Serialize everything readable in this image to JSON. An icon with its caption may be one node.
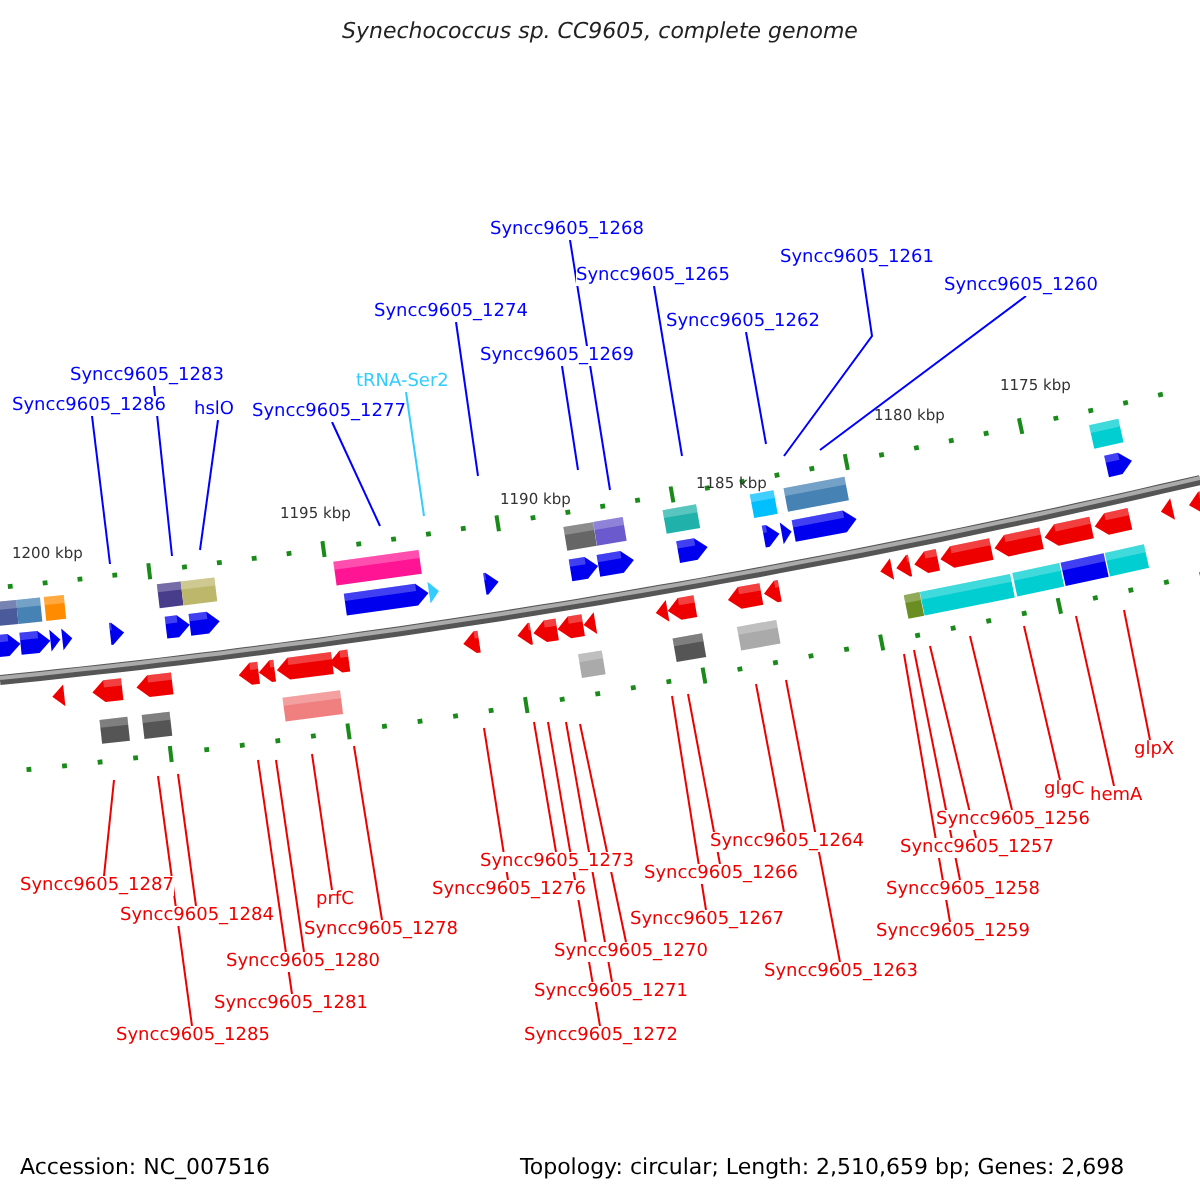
{
  "diagram": {
    "title": "Synechococcus sp. CC9605, complete genome",
    "nodes": [
      {
        "text": [
          "Syncc9605_1268"
        ]
      },
      {
        "text": [
          "Syncc9605_1261"
        ]
      },
      {
        "text": [
          "Syncc9605_1265"
        ]
      },
      {
        "text": [
          "Syncc9605_1260"
        ]
      },
      {
        "text": [
          "Syncc9605_1274"
        ]
      },
      {
        "text": [
          "Syncc9605_1262"
        ]
      },
      {
        "text": [
          "Syncc9605_1269"
        ]
      },
      {
        "text": [
          "Syncc9605_1283"
        ]
      },
      {
        "text": [
          "tRNA-Ser2"
        ]
      },
      {
        "text": [
          "Syncc9605_1286"
        ]
      },
      {
        "text": [
          "hslO"
        ]
      },
      {
        "text": [
          "Syncc9605_1277"
        ]
      },
      {
        "text": [
          "glpX"
        ]
      },
      {
        "text": [
          "glgC"
        ]
      },
      {
        "text": [
          "hemA"
        ]
      },
      {
        "text": [
          "Syncc9605_1256"
        ]
      },
      {
        "text": [
          "Syncc9605_1264"
        ]
      },
      {
        "text": [
          "Syncc9605_1257"
        ]
      },
      {
        "text": [
          "Syncc9605_1273"
        ]
      },
      {
        "text": [
          "Syncc9605_1266"
        ]
      },
      {
        "text": [
          "Syncc9605_1287"
        ]
      },
      {
        "text": [
          "Syncc9605_1276"
        ]
      },
      {
        "text": [
          "Syncc9605_1258"
        ]
      },
      {
        "text": [
          "prfC"
        ]
      },
      {
        "text": [
          "Syncc9605_1284"
        ]
      },
      {
        "text": [
          "Syncc9605_1267"
        ]
      },
      {
        "text": [
          "Syncc9605_1278"
        ]
      },
      {
        "text": [
          "Syncc9605_1259"
        ]
      },
      {
        "text": [
          "Syncc9605_1270"
        ]
      },
      {
        "text": [
          "Syncc9605_1280"
        ]
      },
      {
        "text": [
          "Syncc9605_1263"
        ]
      },
      {
        "text": [
          "Syncc9605_1271"
        ]
      },
      {
        "text": [
          "Syncc9605_1281"
        ]
      },
      {
        "text": [
          "Syncc9605_1272"
        ]
      },
      {
        "text": [
          "Syncc9605_1285"
        ]
      }
    ],
    "edges": [
      {
        "from": 0,
        "to": null,
        "arrow": "none",
        "color": "#0000ff"
      },
      {
        "from": 1,
        "to": null,
        "arrow": "none",
        "color": "#0000ff"
      },
      {
        "from": 2,
        "to": null,
        "arrow": "none",
        "color": "#0000ff"
      },
      {
        "from": 3,
        "to": null,
        "arrow": "none",
        "color": "#0000ff"
      },
      {
        "from": 4,
        "to": null,
        "arrow": "none",
        "color": "#0000ff"
      },
      {
        "from": 5,
        "to": null,
        "arrow": "none",
        "color": "#0000ff"
      },
      {
        "from": 6,
        "to": null,
        "arrow": "none",
        "color": "#0000ff"
      },
      {
        "from": 7,
        "to": null,
        "arrow": "none",
        "color": "#0000ff"
      },
      {
        "from": 8,
        "to": null,
        "arrow": "none",
        "color": "#33ccff"
      },
      {
        "from": 9,
        "to": null,
        "arrow": "none",
        "color": "#0000ff"
      },
      {
        "from": 10,
        "to": null,
        "arrow": "none",
        "color": "#0000ff"
      },
      {
        "from": 11,
        "to": null,
        "arrow": "none",
        "color": "#0000ff"
      },
      {
        "from": 12,
        "to": null,
        "arrow": "none"
      },
      {
        "from": 13,
        "to": null,
        "arrow": "none"
      },
      {
        "from": 14,
        "to": null,
        "arrow": "none"
      },
      {
        "from": 15,
        "to": null,
        "arrow": "none"
      },
      {
        "from": 16,
        "to": null,
        "arrow": "none"
      },
      {
        "from": 17,
        "to": null,
        "arrow": "none"
      },
      {
        "from": 18,
        "to": null,
        "arrow": "none"
      },
      {
        "from": 19,
        "to": null,
        "arrow": "none"
      },
      {
        "from": 20,
        "to": null,
        "arrow": "none"
      },
      {
        "from": 21,
        "to": null,
        "arrow": "none"
      },
      {
        "from": 22,
        "to": null,
        "arrow": "none"
      },
      {
        "from": 23,
        "to": null,
        "arrow": "none"
      },
      {
        "from": 24,
        "to": null,
        "arrow": "none"
      },
      {
        "from": 25,
        "to": null,
        "arrow": "none"
      },
      {
        "from": 26,
        "to": null,
        "arrow": "none"
      },
      {
        "from": 27,
        "to": null,
        "arrow": "none"
      },
      {
        "from": 28,
        "to": null,
        "arrow": "none"
      },
      {
        "from": 29,
        "to": null,
        "arrow": "none"
      },
      {
        "from": 30,
        "to": null,
        "arrow": "none"
      },
      {
        "from": 31,
        "to": null,
        "arrow": "none"
      },
      {
        "from": 32,
        "to": null,
        "arrow": "none"
      },
      {
        "from": 33,
        "to": null,
        "arrow": "none"
      },
      {
        "from": 34,
        "to": null,
        "arrow": "none"
      }
    ],
    "labels": [
      "1175 kbp",
      "1180 kbp",
      "1185 kbp",
      "1190 kbp",
      "1195 kbp",
      "1200 kbp",
      "Accession: NC_007516",
      "Topology: circular; Length: 2,510,659 bp; Genes: 2,698"
    ]
  }
}
